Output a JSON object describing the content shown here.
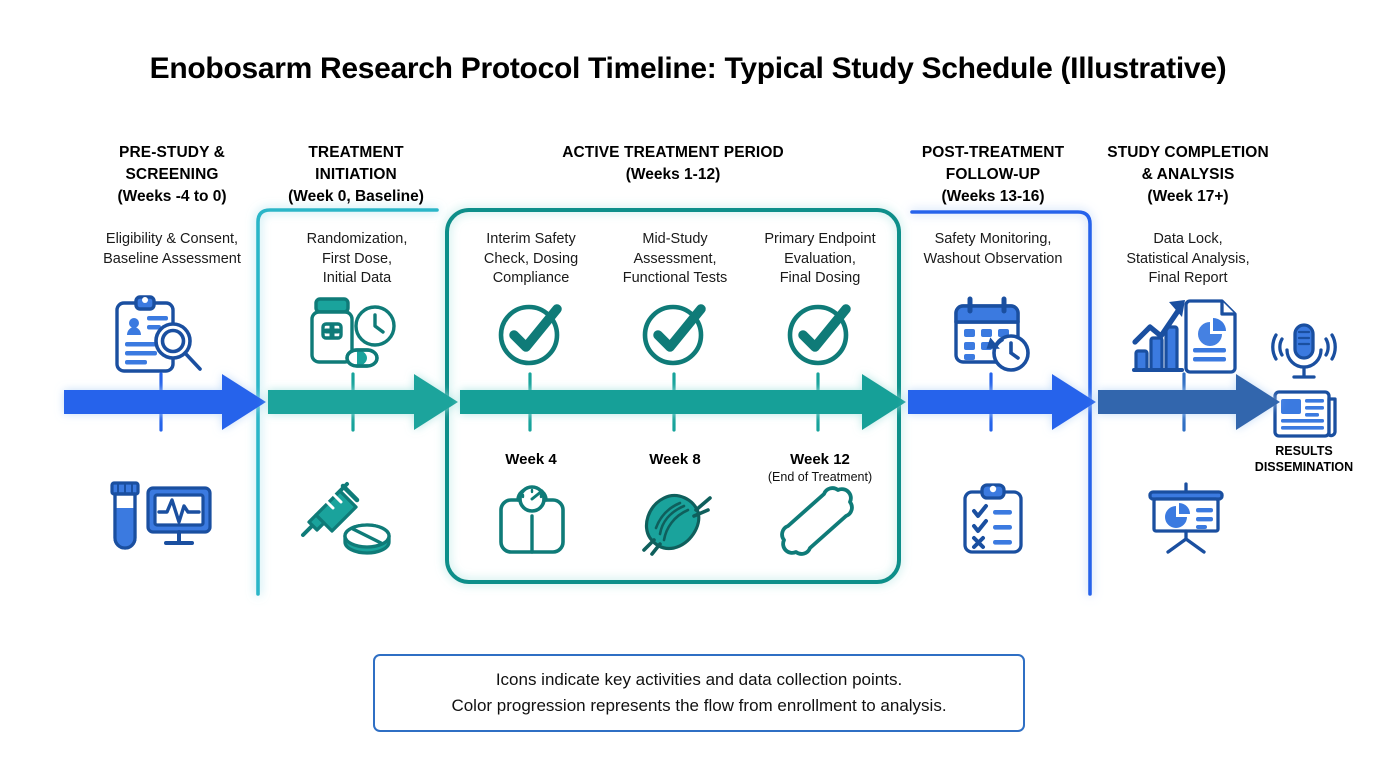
{
  "title": "Enobosarm Research Protocol Timeline: Typical Study Schedule (Illustrative)",
  "colors": {
    "blue_bright": "#2563eb",
    "blue_mid": "#2f6fc4",
    "blue_dark": "#3366ad",
    "teal": "#17a39b",
    "teal_dark": "#0f6f6b",
    "cyan_line": "#29b6c8",
    "icon_blue": "#2b5fbf",
    "icon_teal": "#0f7b78"
  },
  "phases": [
    {
      "id": "pre-study-screening",
      "title_line1": "PRE-STUDY &",
      "title_line2": "SCREENING",
      "weeks": "(Weeks -4 to 0)",
      "desc_line1": "Eligibility & Consent,",
      "desc_line2": "Baseline Assessment",
      "desc_line3": "",
      "icon_top": "clipboard-search-icon",
      "icon_bottom": "blood-vial-monitor-icon",
      "arrow_color": "#2563eb"
    },
    {
      "id": "treatment-initiation",
      "title_line1": "TREATMENT",
      "title_line2": "INITIATION",
      "weeks": "(Week 0, Baseline)",
      "desc_line1": "Randomization,",
      "desc_line2": "First Dose,",
      "desc_line3": "Initial Data",
      "icon_top": "pill-bottle-clock-icon",
      "icon_bottom": "syringe-tablet-icon",
      "arrow_color": "#17a39b"
    },
    {
      "id": "active-treatment-period",
      "title_line1": "ACTIVE TREATMENT PERIOD",
      "title_line2": "",
      "weeks": "(Weeks 1-12)",
      "desc_line1": "",
      "desc_line2": "",
      "desc_line3": "",
      "icon_top": "check-circle-icon",
      "icon_bottom": "",
      "arrow_color": "#17a39b"
    },
    {
      "id": "post-treatment-follow-up",
      "title_line1": "POST-TREATMENT",
      "title_line2": "FOLLOW-UP",
      "weeks": "(Weeks 13-16)",
      "desc_line1": "Safety Monitoring,",
      "desc_line2": "Washout Observation",
      "desc_line3": "",
      "icon_top": "calendar-clock-icon",
      "icon_bottom": "checklist-clipboard-icon",
      "arrow_color": "#2563eb"
    },
    {
      "id": "study-completion-analysis",
      "title_line1": "STUDY COMPLETION",
      "title_line2": "& ANALYSIS",
      "weeks": "(Week 17+)",
      "desc_line1": "Data Lock,",
      "desc_line2": "Statistical Analysis,",
      "desc_line3": "Final Report",
      "icon_top": "growth-chart-report-icon",
      "icon_bottom": "presentation-pie-chart-icon",
      "arrow_color": "#3366ad"
    }
  ],
  "active_treatment_milestones": [
    {
      "desc_line1": "Interim Safety",
      "desc_line2": "Check, Dosing",
      "desc_line3": "Compliance",
      "week_label": "Week 4",
      "week_sub": "",
      "icon_top": "check-circle-icon",
      "icon_bottom": "weight-scale-icon"
    },
    {
      "desc_line1": "Mid-Study",
      "desc_line2": "Assessment,",
      "desc_line3": "Functional Tests",
      "week_label": "Week 8",
      "week_sub": "",
      "icon_top": "check-circle-icon",
      "icon_bottom": "muscle-icon"
    },
    {
      "desc_line1": "Primary Endpoint",
      "desc_line2": "Evaluation,",
      "desc_line3": "Final Dosing",
      "week_label": "Week 12",
      "week_sub": "(End of Treatment)",
      "icon_top": "check-circle-icon",
      "icon_bottom": "bone-icon"
    }
  ],
  "endpoint": {
    "label_line1": "RESULTS",
    "label_line2": "DISSEMINATION",
    "icon_top": "microphone-icon",
    "icon_bottom": "newspaper-icon"
  },
  "note": {
    "line1": "Icons indicate key activities and data collection points.",
    "line2": "Color progression represents the flow from enrollment to analysis."
  }
}
